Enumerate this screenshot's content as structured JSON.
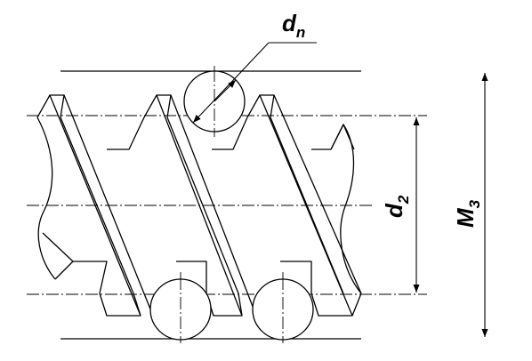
{
  "diagram": {
    "labels": {
      "wire_diameter": "d",
      "wire_diameter_sub": "n",
      "pitch_diameter": "d",
      "pitch_diameter_sub": "2",
      "measurement_over_wires": "M",
      "measurement_over_wires_sub": "3"
    },
    "colors": {
      "line": "#000000",
      "background": "#ffffff"
    }
  }
}
